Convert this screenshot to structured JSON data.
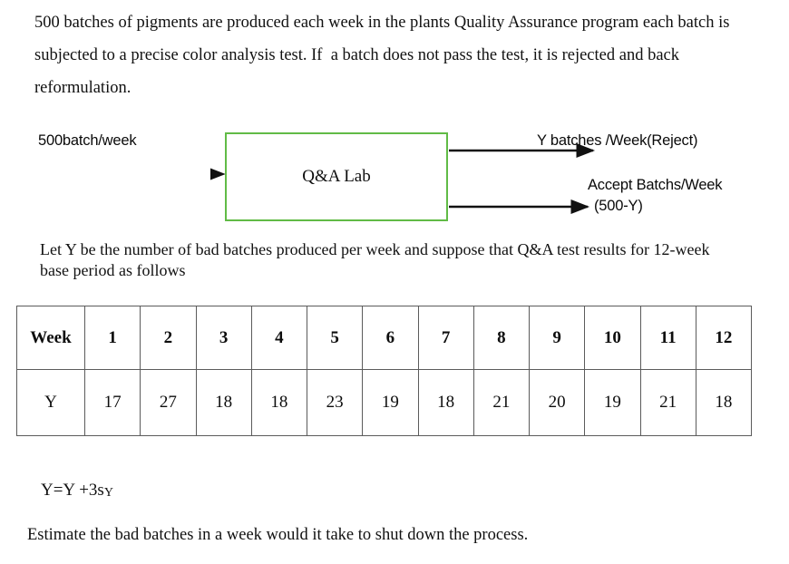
{
  "document": {
    "intro_paragraph": "500 batches of pigments are produced each week in the plants Quality Assurance program each batch is subjected to a precise color analysis test. If  a batch does not pass the test, it is rejected and back reformulation.",
    "mid_paragraph": "Let Y be the number of bad batches produced per week and suppose that Q&A test results for 12-week base period as follows",
    "formula_main": "Y=Y +3s",
    "formula_subscript": "Y",
    "closing_paragraph": "Estimate the bad batches in a week would it take to shut down the process."
  },
  "diagram": {
    "box_label": "Q&A Lab",
    "box_border_color": "#61bb46",
    "input_label": "500batch/week",
    "reject_label": "Y batches /Week(Reject)",
    "accept_label_line1": "Accept Batchs/Week",
    "accept_label_line2": "(500-Y)"
  },
  "table": {
    "row_header_label": "Week",
    "row_value_label": "Y",
    "weeks": [
      "1",
      "2",
      "3",
      "4",
      "5",
      "6",
      "7",
      "8",
      "9",
      "10",
      "11",
      "12"
    ],
    "values": [
      "17",
      "27",
      "18",
      "18",
      "23",
      "19",
      "18",
      "21",
      "20",
      "19",
      "21",
      "18"
    ]
  },
  "chart_data": {
    "type": "table",
    "title": "Q&A test results for 12-week base period",
    "categories": [
      "1",
      "2",
      "3",
      "4",
      "5",
      "6",
      "7",
      "8",
      "9",
      "10",
      "11",
      "12"
    ],
    "values": [
      17,
      27,
      18,
      18,
      23,
      19,
      18,
      21,
      20,
      19,
      21,
      18
    ],
    "xlabel": "Week",
    "ylabel": "Y",
    "series": [
      {
        "name": "Y",
        "values": [
          17,
          27,
          18,
          18,
          23,
          19,
          18,
          21,
          20,
          19,
          21,
          18
        ]
      }
    ]
  }
}
